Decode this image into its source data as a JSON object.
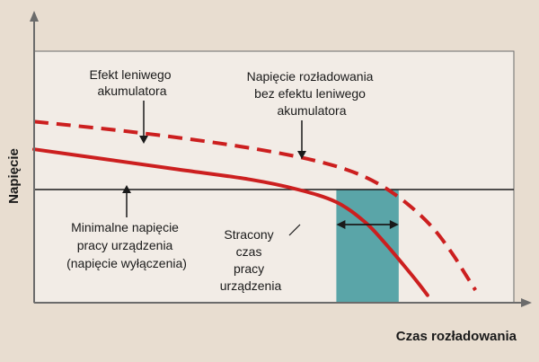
{
  "chart_data": {
    "type": "line",
    "xlabel": "Czas rozładowania",
    "ylabel": "Napięcie",
    "series": [
      {
        "style": "dashed",
        "x": [
          0.0,
          0.2,
          0.4,
          0.55,
          0.65,
          0.72,
          0.78,
          0.83,
          0.87,
          0.9,
          0.92
        ],
        "y": [
          0.72,
          0.68,
          0.63,
          0.58,
          0.53,
          0.47,
          0.39,
          0.3,
          0.2,
          0.11,
          0.05
        ]
      },
      {
        "style": "solid",
        "x": [
          0.0,
          0.15,
          0.3,
          0.45,
          0.55,
          0.63,
          0.69,
          0.73,
          0.77,
          0.8,
          0.82
        ],
        "y": [
          0.61,
          0.57,
          0.53,
          0.49,
          0.45,
          0.4,
          0.32,
          0.24,
          0.15,
          0.08,
          0.03
        ]
      }
    ],
    "threshold": {
      "y": 0.45
    },
    "lost_time_band": {
      "x_start": 0.63,
      "x_end": 0.76
    },
    "annotations": [
      {
        "id": "lazy_effect",
        "lines": [
          "Efekt leniwego",
          "akumulatora"
        ]
      },
      {
        "id": "discharge_without",
        "lines": [
          "Napięcie rozładowania",
          "bez efektu leniwego",
          "akumulatora"
        ]
      },
      {
        "id": "min_voltage",
        "lines": [
          "Minimalne napięcie",
          "pracy urządzenia",
          "(napięcie wyłączenia)"
        ]
      },
      {
        "id": "lost_time",
        "lines": [
          "Stracony",
          "czas",
          "pracy",
          "urządzenia"
        ]
      }
    ],
    "colors": {
      "background": "#e8ddd0",
      "plot_area": "#f2ece6",
      "curve": "#cc1f1f",
      "band": "#5aa5a8",
      "axis": "#6b6b6b",
      "threshold": "#1a1a1a"
    }
  }
}
